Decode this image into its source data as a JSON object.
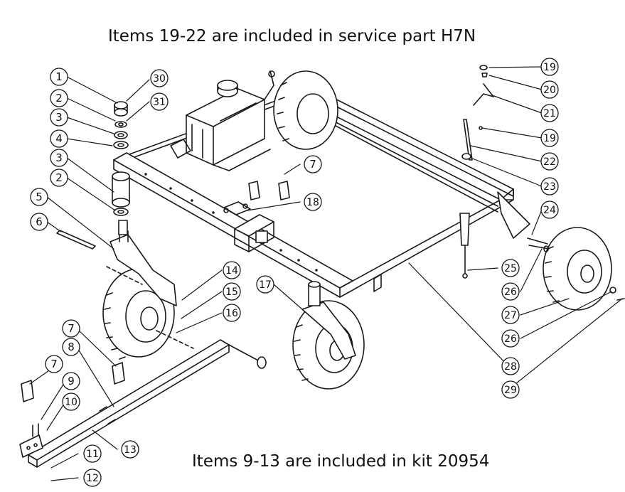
{
  "notes": {
    "top": "Items 19-22 are included in service part H7N",
    "bottom": "Items 9-13 are included in kit 20954"
  },
  "callouts": [
    {
      "num": "1"
    },
    {
      "num": "2"
    },
    {
      "num": "3"
    },
    {
      "num": "4"
    },
    {
      "num": "3"
    },
    {
      "num": "2"
    },
    {
      "num": "5"
    },
    {
      "num": "6"
    },
    {
      "num": "30"
    },
    {
      "num": "31"
    },
    {
      "num": "7"
    },
    {
      "num": "18"
    },
    {
      "num": "19"
    },
    {
      "num": "20"
    },
    {
      "num": "21"
    },
    {
      "num": "19"
    },
    {
      "num": "22"
    },
    {
      "num": "23"
    },
    {
      "num": "24"
    },
    {
      "num": "25"
    },
    {
      "num": "26"
    },
    {
      "num": "27"
    },
    {
      "num": "26"
    },
    {
      "num": "28"
    },
    {
      "num": "29"
    },
    {
      "num": "14"
    },
    {
      "num": "15"
    },
    {
      "num": "16"
    },
    {
      "num": "17"
    },
    {
      "num": "7"
    },
    {
      "num": "8"
    },
    {
      "num": "7"
    },
    {
      "num": "9"
    },
    {
      "num": "10"
    },
    {
      "num": "11"
    },
    {
      "num": "12"
    },
    {
      "num": "13"
    }
  ],
  "colors": {
    "line": "#1a1a1a",
    "fill": "#ffffff"
  }
}
